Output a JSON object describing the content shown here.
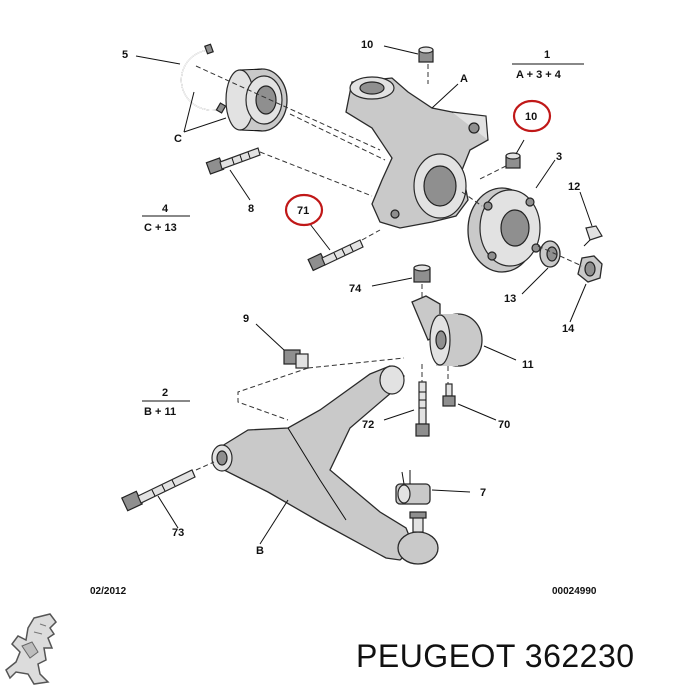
{
  "callouts": {
    "c5": "5",
    "c10a": "10",
    "c1": "1",
    "f1": "A + 3 + 4",
    "cA": "A",
    "c10b": "10",
    "cC": "C",
    "c3": "3",
    "c8": "8",
    "c71": "71",
    "c4": "4",
    "f4": "C + 13",
    "c12": "12",
    "c74": "74",
    "c13": "13",
    "c14": "14",
    "c9": "9",
    "c11": "11",
    "c2": "2",
    "f2": "B + 11",
    "c72": "72",
    "c70": "70",
    "c7": "7",
    "c73": "73",
    "cB": "B"
  },
  "footer": {
    "date": "02/2012",
    "ref": "00024990"
  },
  "brand": {
    "name": "PEUGEOT",
    "part_number": "362230",
    "logo": "peugeot-lion-logo"
  },
  "colors": {
    "highlight": "#c01818"
  }
}
